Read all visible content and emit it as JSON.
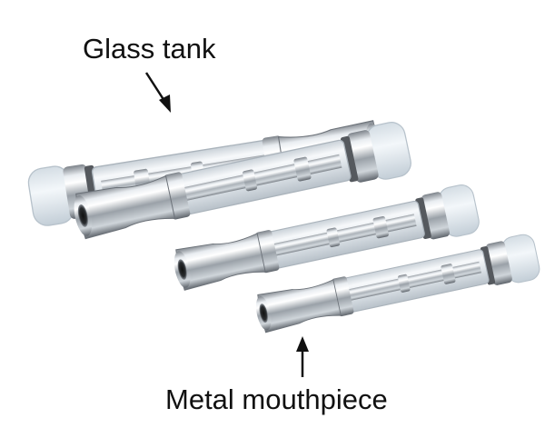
{
  "labels": {
    "glass_tank": "Glass tank",
    "metal_mouthpiece": "Metal mouthpiece"
  },
  "cartridge_count": 4,
  "colors": {
    "background": "#ffffff",
    "label_text": "#111111",
    "arrow": "#111111",
    "chrome_light": "#f4f6f8",
    "chrome_dark": "#6d737a",
    "cap_silicone": "#e6eef3"
  }
}
